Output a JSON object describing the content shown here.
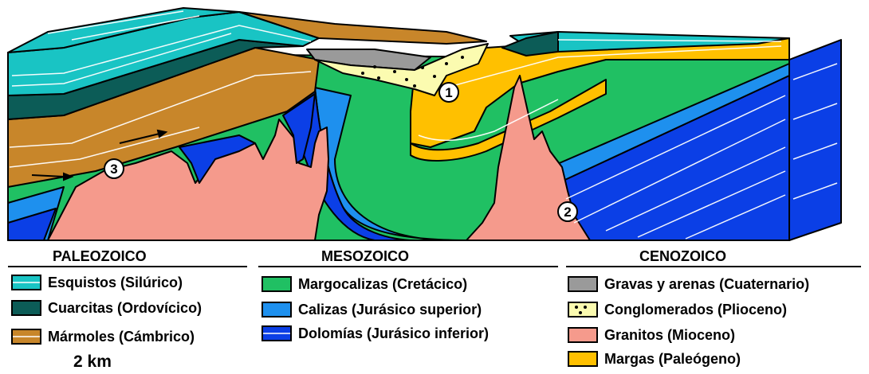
{
  "markers": [
    "1",
    "2",
    "3"
  ],
  "colors": {
    "silurico": "#19c4c4",
    "ordovicico": "#0c5c57",
    "cambrico": "#c8862a",
    "cretacico": "#20c063",
    "jurasico_sup": "#1e90ee",
    "jurasico_inf": "#0b3fe6",
    "cuaternario": "#9a9a9a",
    "plioceno": "#fbfbb0",
    "mioceno": "#f59a8c",
    "paleogeno": "#ffc000"
  },
  "legend": {
    "paleozoico": {
      "title": "PALEOZOICO",
      "items": [
        {
          "label": "Esquistos (Silúrico)",
          "color": "#19c4c4"
        },
        {
          "label": "Cuarcitas (Ordovícico)",
          "color": "#0c5c57"
        },
        {
          "label": "Mármoles (Cámbrico)",
          "color": "#c8862a"
        }
      ]
    },
    "mesozoico": {
      "title": "MESOZOICO",
      "items": [
        {
          "label": "Margocalizas (Cretácico)",
          "color": "#20c063"
        },
        {
          "label": "Calizas (Jurásico superior)",
          "color": "#1e90ee"
        },
        {
          "label": "Dolomías (Jurásico inferior)",
          "color": "#0b3fe6"
        }
      ]
    },
    "cenozoico": {
      "title": "CENOZOICO",
      "items": [
        {
          "label": "Gravas y arenas (Cuaternario)",
          "color": "#9a9a9a"
        },
        {
          "label": "Conglomerados (Plioceno)",
          "color": "#fbfbb0"
        },
        {
          "label": "Granitos (Mioceno)",
          "color": "#f59a8c"
        },
        {
          "label": "Margas (Paleógeno)",
          "color": "#ffc000"
        }
      ]
    }
  },
  "scale": {
    "label": "2 km"
  }
}
